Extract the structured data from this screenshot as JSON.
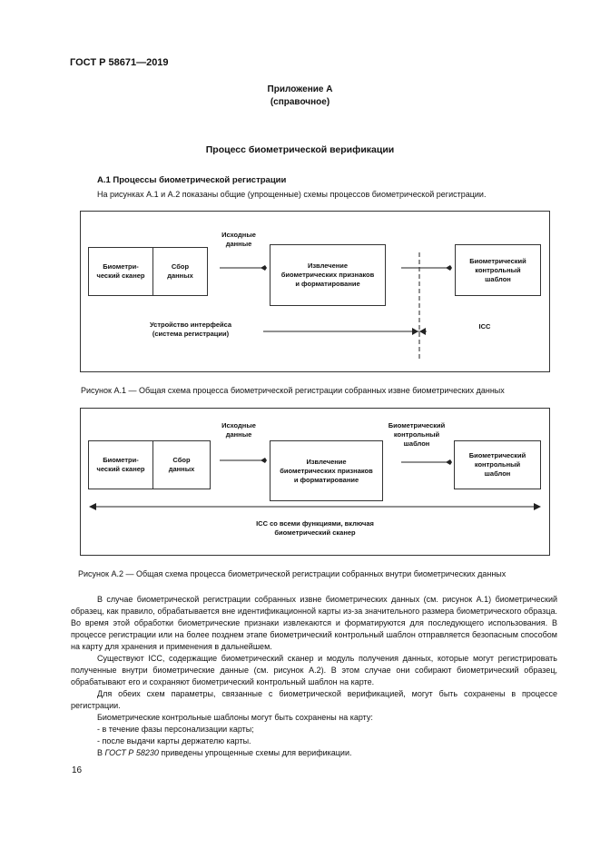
{
  "header": {
    "standard": "ГОСТ Р 58671—2019"
  },
  "appendix": {
    "name": "Приложение А",
    "type": "(справочное)"
  },
  "title": "Процесс биометрической верификации",
  "section": {
    "heading": "А.1  Процессы биометрической регистрации",
    "intro": "На рисунках А.1 и А.2 показаны общие (упрощенные) схемы процессов биометрической регистрации."
  },
  "figure1": {
    "scanner": "Биометри-\nческий сканер",
    "capture": "Сбор\nданных",
    "source_data": "Исходные\nданные",
    "extraction": "Извлечение\nбиометрических признаков\nи форматирование",
    "template": "Биометрический\nконтрольный\nшаблон",
    "interface": "Устройство интерфейса\n(система регистрации)",
    "icc": "ICC",
    "caption": "Рисунок А.1 — Общая схема процесса биометрической регистрации собранных извне биометрических данных"
  },
  "figure2": {
    "scanner": "Биометри-\nческий сканер",
    "capture": "Сбор\nданных",
    "source_data": "Исходные\nданные",
    "extraction": "Извлечение\nбиометрических признаков\nи форматирование",
    "template_label": "Биометрический\nконтрольный\nшаблон",
    "template": "Биометрический\nконтрольный\nшаблон",
    "icc_full": "ICC со всеми функциями, включая\nбиометрический сканер",
    "caption": "Рисунок А.2 — Общая схема процесса биометрической регистрации собранных внутри биометрических данных"
  },
  "body": {
    "p1": "В случае биометрической регистрации собранных извне биометрических данных (см. рисунок А.1) биометрический образец, как правило, обрабатывается вне идентификационной карты из-за значительного размера биометрического образца. Во время этой обработки биометрические признаки извлекаются и форматируются для последующего использования. В процессе регистрации или на более позднем этапе биометрический контрольный шаблон отправляется безопасным способом на карту для хранения и применения в дальнейшем.",
    "p2": "Существуют ICC, содержащие биометрический сканер и модуль получения данных, которые могут регистрировать полученные внутри биометрические данные (см. рисунок А.2). В этом случае они собирают биометрический образец, обрабатывают его и сохраняют биометрический контрольный шаблон на карте.",
    "p3": "Для обеих схем параметры, связанные с биометрической верификацией, могут быть сохранены в процессе регистрации.",
    "p4": "Биометрические контрольные шаблоны могут быть сохранены на карту:",
    "li1": "-  в течение фазы персонализации карты;",
    "li2": "-  после выдачи карты держателю карты.",
    "p5_ref": "ГОСТ Р 58230",
    "p5_prefix": "В ",
    "p5_suffix": " приведены упрощенные схемы для верификации."
  },
  "page_number": "16"
}
